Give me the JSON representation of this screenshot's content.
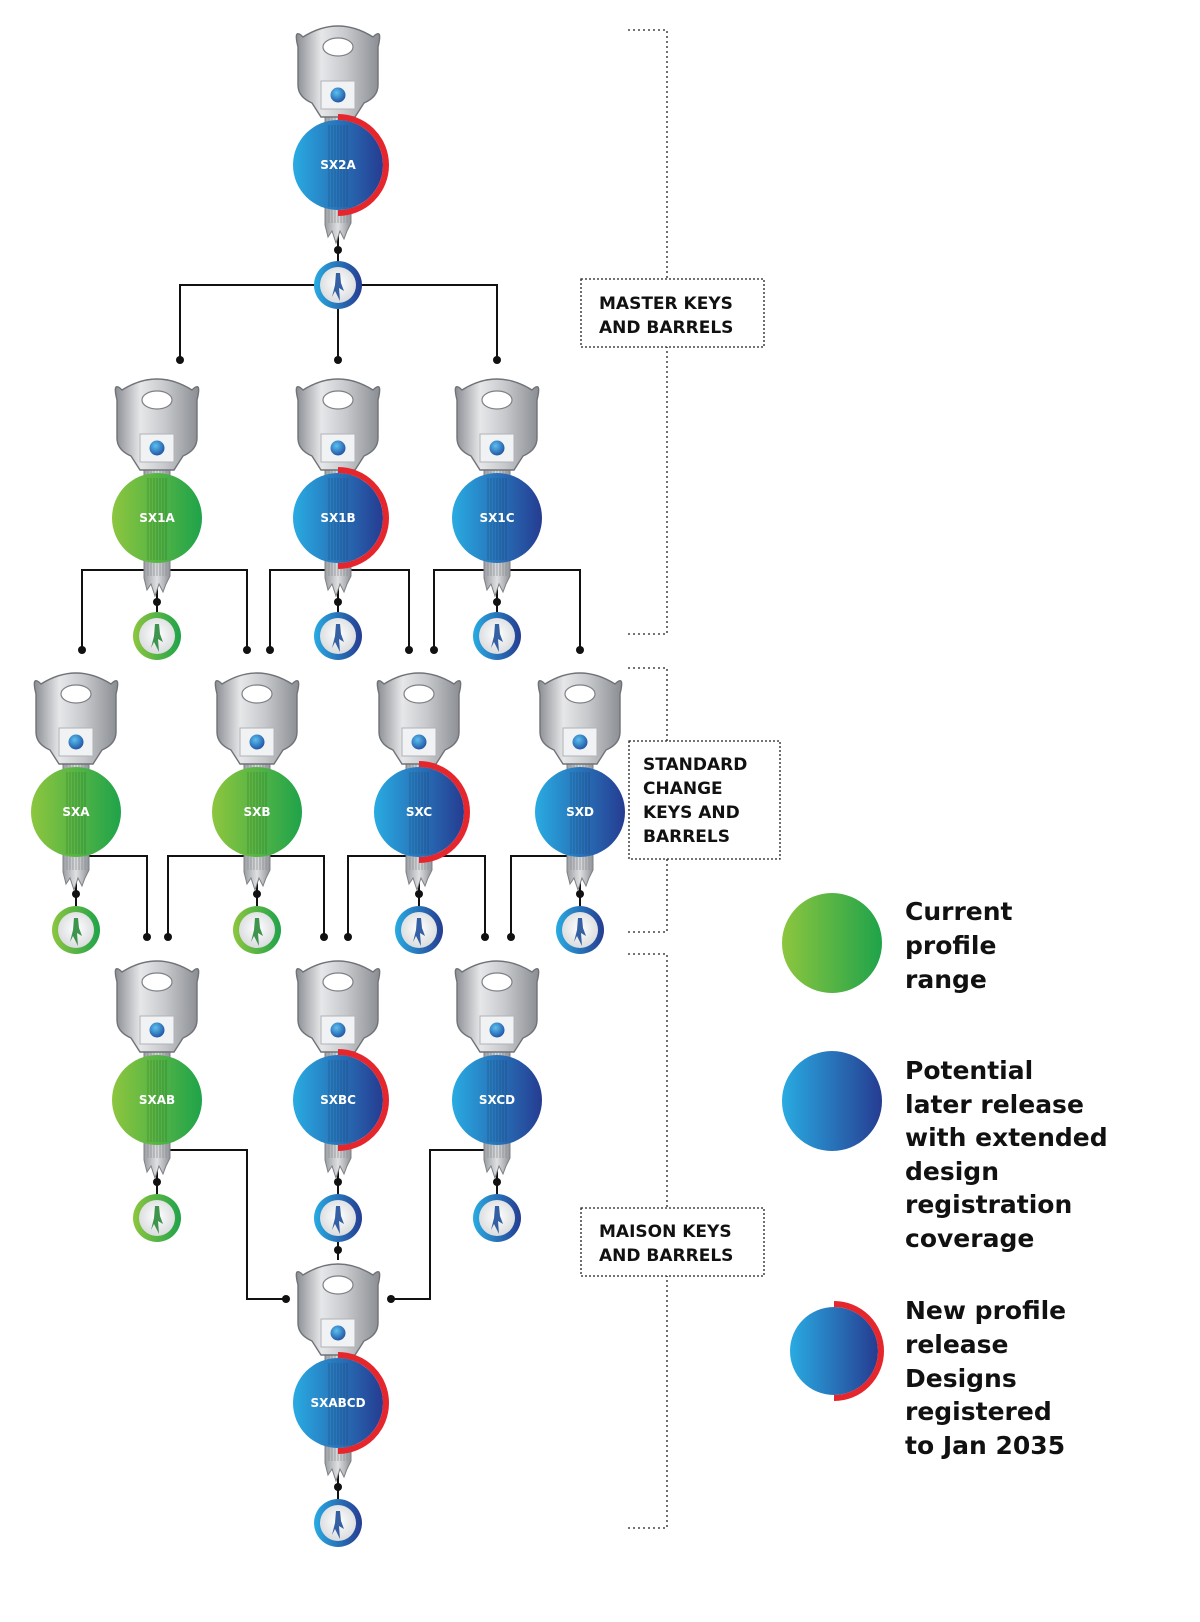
{
  "keys": [
    {
      "id": "SX2A",
      "label": "SX2A",
      "kind": "new"
    },
    {
      "id": "SX1A",
      "label": "SX1A",
      "kind": "current"
    },
    {
      "id": "SX1B",
      "label": "SX1B",
      "kind": "new"
    },
    {
      "id": "SX1C",
      "label": "SX1C",
      "kind": "potential"
    },
    {
      "id": "SXA",
      "label": "SXA",
      "kind": "current"
    },
    {
      "id": "SXB",
      "label": "SXB",
      "kind": "current"
    },
    {
      "id": "SXC",
      "label": "SXC",
      "kind": "new"
    },
    {
      "id": "SXD",
      "label": "SXD",
      "kind": "potential"
    },
    {
      "id": "SXAB",
      "label": "SXAB",
      "kind": "current"
    },
    {
      "id": "SXBC",
      "label": "SXBC",
      "kind": "new"
    },
    {
      "id": "SXCD",
      "label": "SXCD",
      "kind": "potential"
    },
    {
      "id": "SXABCD",
      "label": "SXABCD",
      "kind": "new"
    }
  ],
  "sections": {
    "master": [
      "MASTER KEYS",
      "AND BARRELS"
    ],
    "standard": [
      "STANDARD",
      "CHANGE",
      "KEYS AND",
      "BARRELS"
    ],
    "maison": [
      "MAISON KEYS",
      "AND BARRELS"
    ]
  },
  "legend": [
    {
      "kind": "current",
      "lines": [
        "Current",
        "profile",
        "range"
      ]
    },
    {
      "kind": "potential",
      "lines": [
        "Potential",
        "later release",
        "with extended",
        "design",
        "registration",
        "coverage"
      ]
    },
    {
      "kind": "new",
      "lines": [
        "New profile",
        "release",
        "Designs",
        "registered",
        "to Jan 2035"
      ]
    }
  ],
  "colors": {
    "green_start": "#8dc63f",
    "green_end": "#1fa34a",
    "blue_start": "#29abe2",
    "blue_end": "#263c91",
    "red_ring": "#e5262d",
    "line": "#111111"
  }
}
